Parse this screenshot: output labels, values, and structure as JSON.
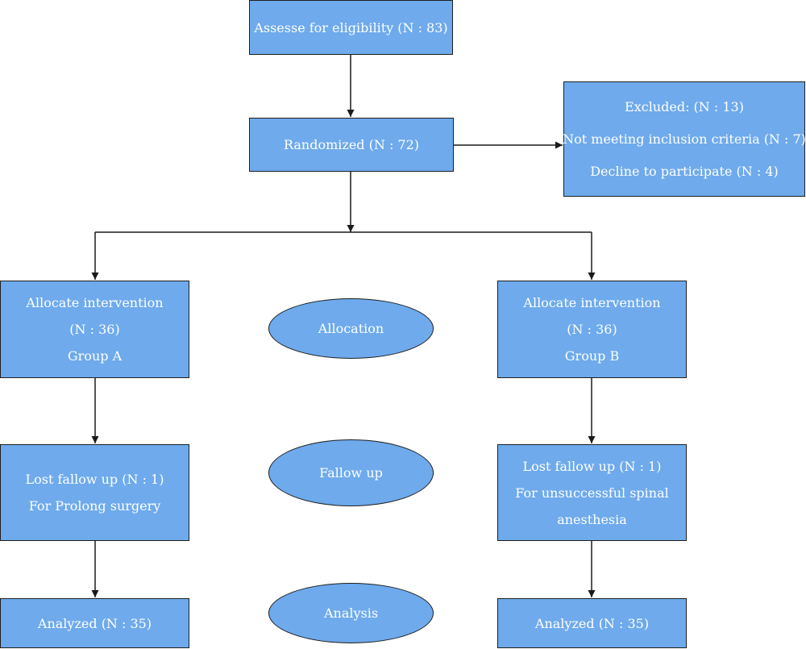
{
  "nodes": {
    "eligibility": [
      "Assesse for eligibility (N : 83)"
    ],
    "randomized": [
      "Randomized (N : 72)"
    ],
    "excluded": [
      "Excluded: (N : 13)",
      "Not meeting inclusion criteria (N : 7)",
      "Decline to participate (N : 4)"
    ],
    "allocate_a": [
      "Allocate intervention",
      "(N : 36)",
      "Group A"
    ],
    "allocate_b": [
      "Allocate intervention",
      "(N : 36)",
      "Group B"
    ],
    "lost_a": [
      "Lost fallow up (N : 1)",
      "For Prolong surgery"
    ],
    "lost_b": [
      "Lost fallow up (N : 1)",
      "For unsuccessful spinal",
      "anesthesia"
    ],
    "analyzed_a": [
      "Analyzed (N : 35)"
    ],
    "analyzed_b": [
      "Analyzed (N : 35)"
    ]
  },
  "stages": {
    "allocation": "Allocation",
    "follow_up": "Fallow up",
    "analysis": "Analysis"
  },
  "colors": {
    "box_fill": "#6eaaec",
    "border": "#1f1f1f",
    "text": "#ffffff",
    "connector": "#1a1a1a"
  }
}
